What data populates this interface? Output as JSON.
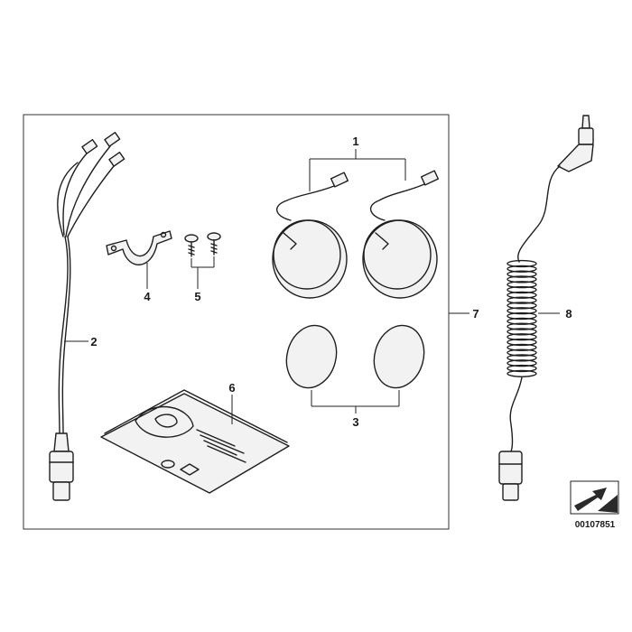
{
  "diagram": {
    "callouts": [
      {
        "id": "c1",
        "label": "1"
      },
      {
        "id": "c2",
        "label": "2"
      },
      {
        "id": "c3",
        "label": "3"
      },
      {
        "id": "c4",
        "label": "4"
      },
      {
        "id": "c5",
        "label": "5"
      },
      {
        "id": "c6",
        "label": "6"
      },
      {
        "id": "c7",
        "label": "7"
      },
      {
        "id": "c8",
        "label": "8"
      }
    ],
    "document_number": "00107851"
  }
}
